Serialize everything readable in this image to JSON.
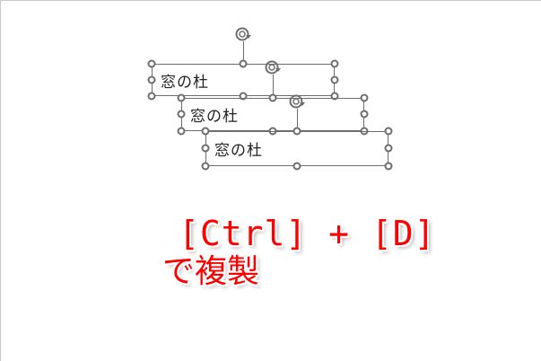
{
  "slide": {
    "textboxes": [
      {
        "text": "窓の杜"
      },
      {
        "text": "窓の杜"
      },
      {
        "text": "窓の杜"
      }
    ]
  },
  "annotation": {
    "line1": "[Ctrl] + [D]",
    "line2": "で複製",
    "color": "#ff0000"
  },
  "icons": {
    "rotate_handle": "rotate-handle-icon",
    "resize_handle": "resize-handle-icon"
  },
  "colors": {
    "selection_stroke": "#6d6d6d",
    "background": "#ffffff"
  }
}
